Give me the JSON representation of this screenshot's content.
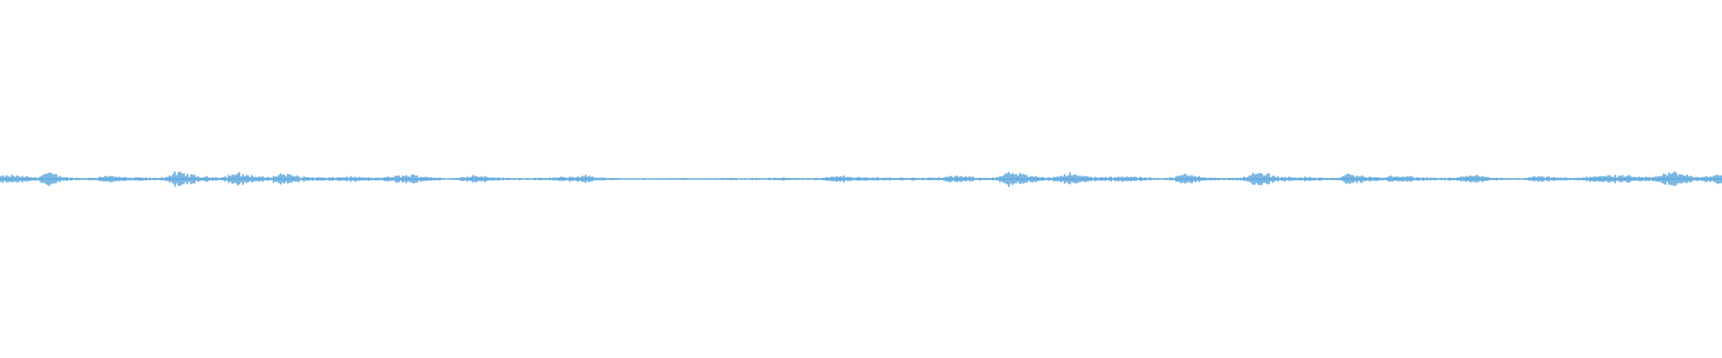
{
  "waveform": {
    "color": "#5aa6dc",
    "background": "#ffffff",
    "peak_envelope": [
      0.45,
      0.55,
      0.4,
      0.25,
      1.0,
      0.45,
      0.2,
      0.15,
      0.2,
      0.55,
      0.35,
      0.2,
      0.25,
      0.15,
      0.3,
      1.0,
      0.75,
      0.35,
      0.3,
      0.3,
      0.95,
      0.65,
      0.35,
      0.3,
      0.85,
      0.55,
      0.3,
      0.25,
      0.2,
      0.3,
      0.35,
      0.25,
      0.2,
      0.3,
      0.5,
      0.6,
      0.45,
      0.25,
      0.1,
      0.15,
      0.55,
      0.5,
      0.3,
      0.15,
      0.15,
      0.15,
      0.15,
      0.2,
      0.3,
      0.35,
      0.55,
      0.25,
      0.15,
      0.1,
      0.1,
      0.1,
      0.1,
      0.1,
      0.15,
      0.1,
      0.1,
      0.1,
      0.15,
      0.15,
      0.15,
      0.15,
      0.15,
      0.2,
      0.15,
      0.15,
      0.15,
      0.35,
      0.45,
      0.3,
      0.2,
      0.25,
      0.2,
      0.2,
      0.2,
      0.2,
      0.2,
      0.4,
      0.45,
      0.3,
      0.2,
      0.25,
      0.95,
      0.75,
      0.45,
      0.3,
      0.35,
      0.9,
      0.55,
      0.35,
      0.25,
      0.3,
      0.4,
      0.3,
      0.2,
      0.15,
      0.2,
      0.7,
      0.55,
      0.25,
      0.15,
      0.15,
      0.25,
      0.9,
      0.85,
      0.35,
      0.3,
      0.3,
      0.25,
      0.2,
      0.15,
      0.75,
      0.5,
      0.3,
      0.2,
      0.55,
      0.45,
      0.25,
      0.2,
      0.15,
      0.2,
      0.35,
      0.6,
      0.3,
      0.15,
      0.1,
      0.15,
      0.35,
      0.35,
      0.25,
      0.15,
      0.2,
      0.5,
      0.55,
      0.5,
      0.45,
      0.3,
      0.25,
      0.85,
      1.0,
      0.55,
      0.3,
      0.55,
      0.85
    ]
  }
}
